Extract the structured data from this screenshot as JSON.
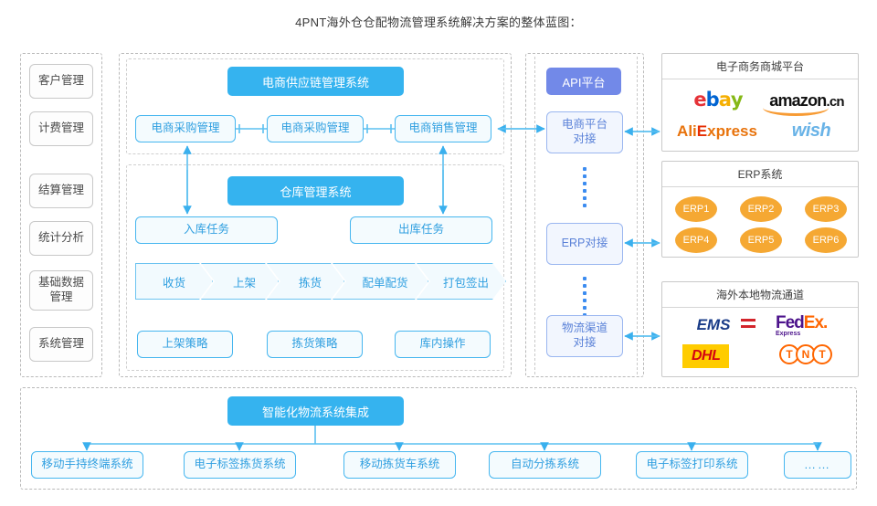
{
  "title": "4PNT海外仓仓配物流管理系统解决方案的整体蓝图：",
  "sidebar": {
    "items": [
      {
        "label": "客户管理"
      },
      {
        "label": "计费管理"
      },
      {
        "label": "结算管理"
      },
      {
        "label": "统计分析"
      },
      {
        "label": "基础数据\n管理"
      },
      {
        "label": "系统管理"
      }
    ]
  },
  "supply_chain": {
    "header": "电商供应链管理系统",
    "boxes": [
      {
        "label": "电商采购管理"
      },
      {
        "label": "电商采购管理"
      },
      {
        "label": "电商销售管理"
      }
    ]
  },
  "warehouse": {
    "header": "仓库管理系统",
    "tasks": [
      {
        "label": "入库任务"
      },
      {
        "label": "出库任务"
      }
    ],
    "flow": [
      {
        "label": "收货"
      },
      {
        "label": "上架"
      },
      {
        "label": "拣货"
      },
      {
        "label": "配单配货"
      },
      {
        "label": "打包签出"
      }
    ],
    "strategies": [
      {
        "label": "上架策略"
      },
      {
        "label": "拣货策略"
      },
      {
        "label": "库内操作"
      }
    ]
  },
  "api": {
    "header": "API平台",
    "connectors": [
      {
        "label": "电商平台\n对接"
      },
      {
        "label": "ERP对接"
      },
      {
        "label": "物流渠道\n对接"
      }
    ]
  },
  "panels": {
    "ecommerce": {
      "title": "电子商务商城平台",
      "logos": [
        "ebay",
        "amazon.cn",
        "AliExpress",
        "wish"
      ]
    },
    "erp": {
      "title": "ERP系统",
      "items": [
        "ERP1",
        "ERP2",
        "ERP3",
        "ERP4",
        "ERP5",
        "ERP6"
      ]
    },
    "logistics": {
      "title": "海外本地物流通道",
      "logos": [
        "EMS",
        "FedEx Express",
        "DHL",
        "TNT"
      ]
    }
  },
  "bottom": {
    "header": "智能化物流系统集成",
    "items": [
      {
        "label": "移动手持终端系统"
      },
      {
        "label": "电子标签拣货系统"
      },
      {
        "label": "移动拣货车系统"
      },
      {
        "label": "自动分拣系统"
      },
      {
        "label": "电子标签打印系统"
      },
      {
        "label": "……"
      }
    ]
  },
  "colors": {
    "header_blue": "#35b3ef",
    "api_blue": "#7289e8",
    "outline_blue": "#46b6ef",
    "erp_orange": "#f5a833",
    "grey_border": "#c8c8c8"
  }
}
